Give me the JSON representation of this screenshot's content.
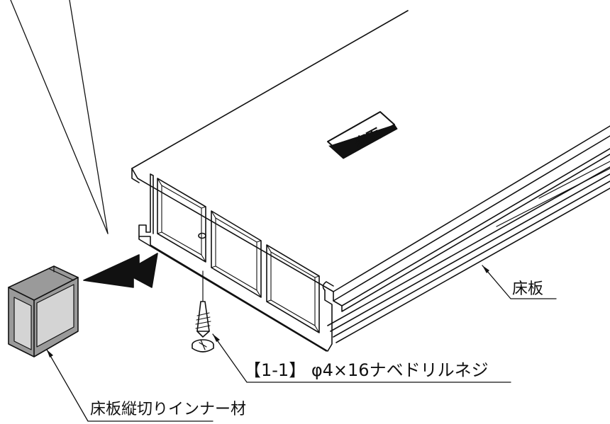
{
  "labels": {
    "floor_board": "床板",
    "screw": "【1-1】 φ4×16ナベドリルネジ",
    "inner_material": "床板縦切りインナー材",
    "surface_stamp": "表面"
  },
  "colors": {
    "line": "#111111",
    "arrow": "#111111",
    "inner_body": "#9a9a9a",
    "inner_face": "#d4d4d4",
    "board_fill": "#ffffff"
  }
}
